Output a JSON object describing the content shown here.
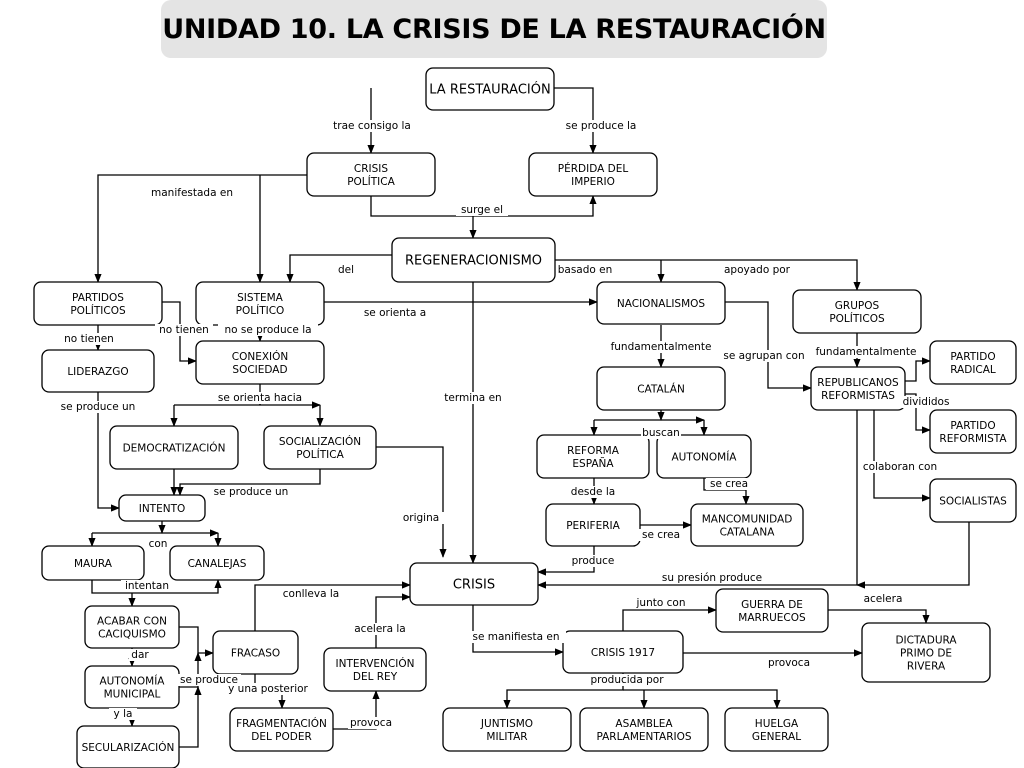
{
  "title": "UNIDAD 10. LA CRISIS DE LA RESTAURACIÓN",
  "nodes": {
    "restauracion": [
      "LA RESTAURACIÓN"
    ],
    "crisis_politica": [
      "CRISIS",
      "POLÍTICA"
    ],
    "perdida_imperio": [
      "PÉRDIDA DEL",
      "IMPERIO"
    ],
    "regeneracionismo": [
      "REGENERACIONISMO"
    ],
    "partidos_politicos": [
      "PARTIDOS",
      "POLÍTICOS"
    ],
    "sistema_politico": [
      "SISTEMA",
      "POLÍTICO"
    ],
    "nacionalismos": [
      "NACIONALISMOS"
    ],
    "grupos_politicos": [
      "GRUPOS",
      "POLÍTICOS"
    ],
    "liderazgo": [
      "LIDERAZGO"
    ],
    "conexion_sociedad": [
      "CONEXIÓN",
      "SOCIEDAD"
    ],
    "catalan": [
      "CATALÁN"
    ],
    "republicanos_reformistas": [
      "REPUBLICANOS",
      "REFORMISTAS"
    ],
    "partido_radical": [
      "PARTIDO",
      "RADICAL"
    ],
    "partido_reformista": [
      "PARTIDO",
      "REFORMISTA"
    ],
    "democratizacion": [
      "DEMOCRATIZACIÓN"
    ],
    "socializacion_politica": [
      "SOCIALIZACIÓN",
      "POLÍTICA"
    ],
    "reforma_espana": [
      "REFORMA",
      "ESPAÑA"
    ],
    "autonomia": [
      "AUTONOMÍA"
    ],
    "socialistas": [
      "SOCIALISTAS"
    ],
    "intento": [
      "INTENTO"
    ],
    "periferia": [
      "PERIFERIA"
    ],
    "mancomunidad": [
      "MANCOMUNIDAD",
      "CATALANA"
    ],
    "maura": [
      "MAURA"
    ],
    "canalejas": [
      "CANALEJAS"
    ],
    "crisis": [
      "CRISIS"
    ],
    "acabar_caciquismo": [
      "ACABAR CON",
      "CACIQUISMO"
    ],
    "fracaso": [
      "FRACASO"
    ],
    "intervencion_rey": [
      "INTERVENCIÓN",
      "DEL REY"
    ],
    "guerra_marruecos": [
      "GUERRA DE",
      "MARRUECOS"
    ],
    "dictadura": [
      "DICTADURA",
      "PRIMO DE",
      "RIVERA"
    ],
    "crisis_1917": [
      "CRISIS 1917"
    ],
    "autonomia_municipal": [
      "AUTONOMÍA",
      "MUNICIPAL"
    ],
    "secularizacion": [
      "SECULARIZACIÓN"
    ],
    "fragmentacion": [
      "FRAGMENTACIÓN",
      "DEL PODER"
    ],
    "juntismo": [
      "JUNTISMO",
      "MILITAR"
    ],
    "asamblea": [
      "ASAMBLEA",
      "PARLAMENTARIOS"
    ],
    "huelga": [
      "HUELGA",
      "GENERAL"
    ]
  },
  "edge_labels": {
    "trae_consigo": "trae consigo la",
    "se_produce_la_1": "se produce la",
    "manifestada_en": "manifestada en",
    "surge_el": "surge el",
    "del": "del",
    "basado_en": "basado en",
    "apoyado_por": "apoyado por",
    "no_tienen_1": "no tienen",
    "no_tienen_2": "no tienen",
    "no_se_produce": "no se produce la",
    "se_orienta_a": "se orienta a",
    "fundamentalmente_1": "fundamentalmente",
    "fundamentalmente_2": "fundamentalmente",
    "se_agrupan_con": "se agrupan con",
    "se_produce_un_1": "se produce un",
    "se_orienta_hacia": "se orienta hacia",
    "termina_en": "termina en",
    "divididos": "divididos",
    "buscan": "buscan",
    "colaboran_con": "colaboran con",
    "se_produce_un_2": "se produce un",
    "se_crea_1": "se crea",
    "desde_la": "desde la",
    "origina": "origina",
    "con": "con",
    "se_crea_2": "se crea",
    "produce": "produce",
    "intentan": "intentan",
    "su_presion": "su presión produce",
    "conlleva": "conlleva la",
    "junto_con": "junto con",
    "acelera_1": "acelera",
    "acelera_la": "acelera la",
    "se_manifiesta": "se manifiesta en",
    "dar": "dar",
    "provoca_1": "provoca",
    "se_produce_2": "se produce",
    "y_una_posterior": "y una posterior",
    "producida_por": "producida por",
    "y_la": "y la",
    "provoca_2": "provoca"
  },
  "colors": {
    "title_bg": "#e4e4e4",
    "stroke": "#000000",
    "node_fill": "#ffffff"
  }
}
